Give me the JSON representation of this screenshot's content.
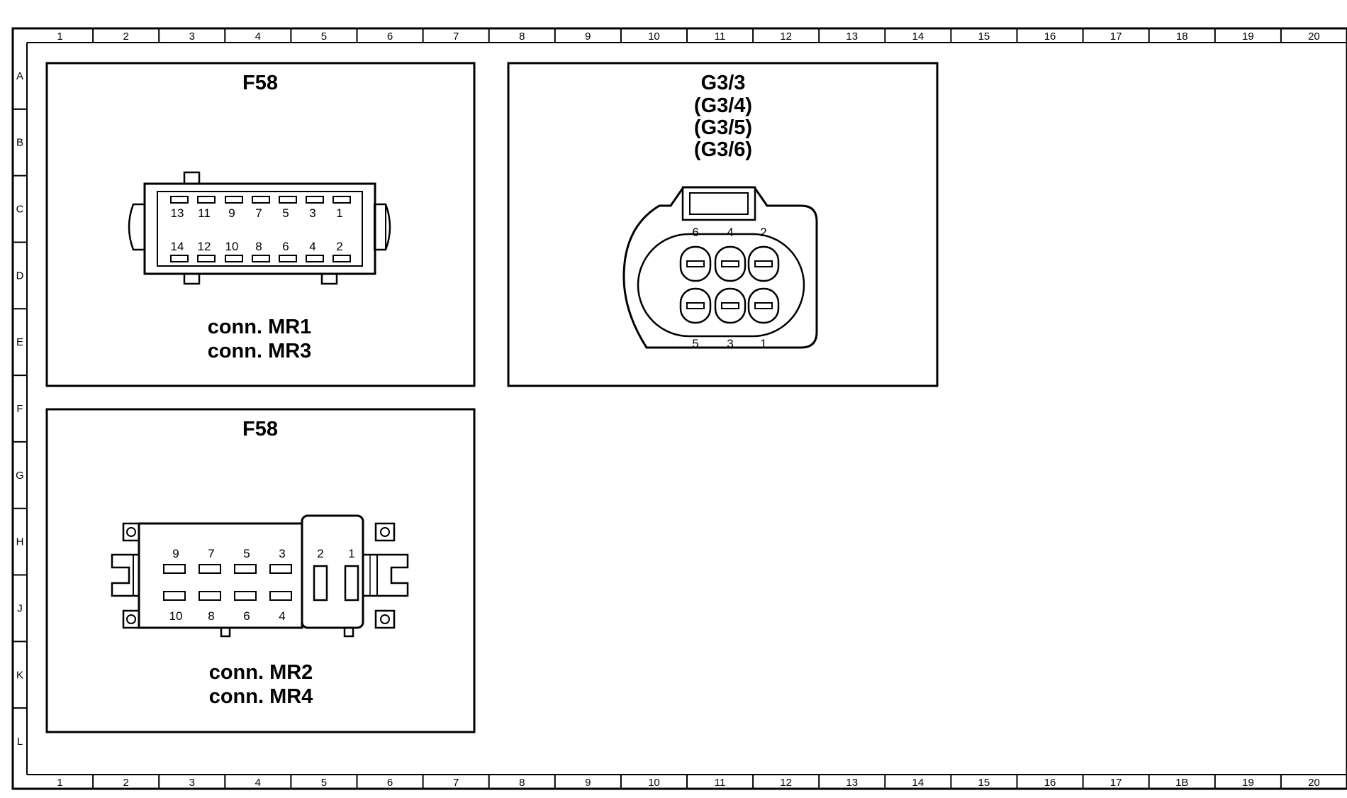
{
  "frame": {
    "columns": [
      "1",
      "2",
      "3",
      "4",
      "5",
      "6",
      "7",
      "8",
      "9",
      "10",
      "11",
      "12",
      "13",
      "14",
      "15",
      "16",
      "17",
      "18",
      "19",
      "20"
    ],
    "columns_bottom": [
      "1",
      "2",
      "3",
      "4",
      "5",
      "6",
      "7",
      "8",
      "9",
      "10",
      "11",
      "12",
      "13",
      "14",
      "15",
      "16",
      "17",
      "1B",
      "19",
      "20"
    ],
    "rows": [
      "A",
      "B",
      "C",
      "D",
      "E",
      "F",
      "G",
      "H",
      "J",
      "K",
      "L"
    ]
  },
  "panels": {
    "f58_mr1": {
      "title": "F58",
      "top_pins": [
        "13",
        "11",
        "9",
        "7",
        "5",
        "3",
        "1"
      ],
      "bottom_pins": [
        "14",
        "12",
        "10",
        "8",
        "6",
        "4",
        "2"
      ],
      "captions": [
        "conn. MR1",
        "conn. MR3"
      ]
    },
    "g3": {
      "titles": [
        "G3/3",
        "(G3/4)",
        "(G3/5)",
        "(G3/6)"
      ],
      "top_pins": [
        "6",
        "4",
        "2"
      ],
      "bottom_pins": [
        "5",
        "3",
        "1"
      ]
    },
    "f58_mr2": {
      "title": "F58",
      "top_pins": [
        "9",
        "7",
        "5",
        "3"
      ],
      "bottom_pins": [
        "10",
        "8",
        "6",
        "4"
      ],
      "power_pins": [
        "2",
        "1"
      ],
      "captions": [
        "conn. MR2",
        "conn. MR4"
      ]
    }
  }
}
